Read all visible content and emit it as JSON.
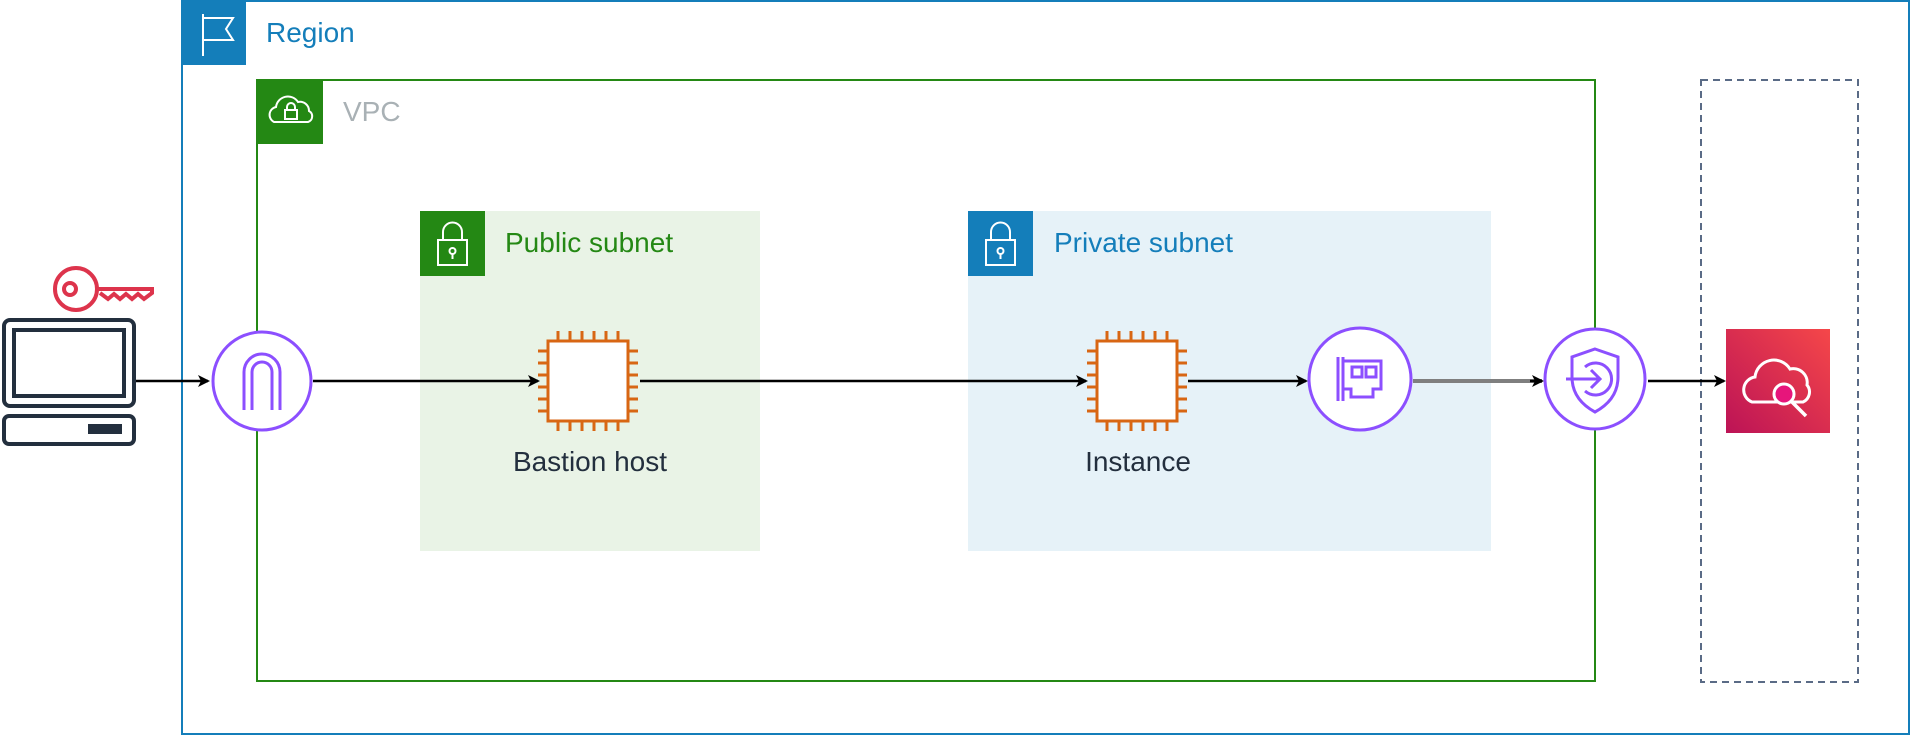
{
  "diagram": {
    "region_label": "Region",
    "vpc_label": "VPC",
    "public_subnet_label": "Public subnet",
    "private_subnet_label": "Private subnet",
    "bastion_label": "Bastion host",
    "instance_label": "Instance"
  },
  "icons": {
    "client": "laptop-icon",
    "key": "key-icon",
    "igw": "internet-gateway-icon",
    "bastion": "ec2-instance-icon",
    "instance": "ec2-instance-icon",
    "eni": "network-interface-icon",
    "endpoint": "vpc-endpoint-icon",
    "service": "cloudwatch-logs-icon",
    "region": "flag-icon",
    "vpc": "cloud-lock-icon",
    "subnet": "padlock-icon"
  },
  "colors": {
    "region": "#147EBA",
    "vpc": "#248814",
    "public_subnet_bg": "#E9F3E6",
    "private_subnet_bg": "#E6F2F8",
    "ec2": "#D86613",
    "network": "#8C4FFF",
    "service": "#E7157B",
    "key": "#DD344C",
    "client": "#232F3E"
  }
}
